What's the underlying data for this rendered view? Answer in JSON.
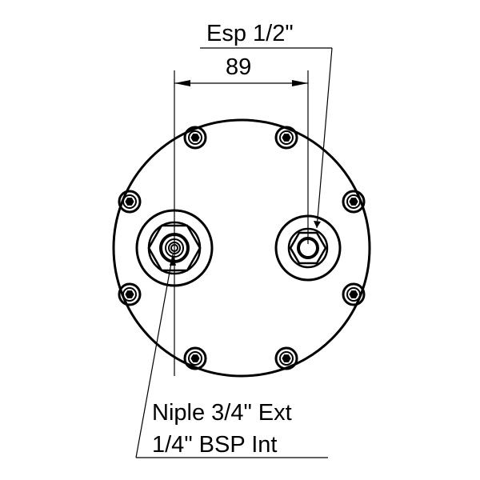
{
  "labels": {
    "dimension": "89",
    "spark_plug": "Esp 1/2\"",
    "nipple_line1": "Niple 3/4\" Ext",
    "nipple_line2": "1/4\" BSP Int"
  },
  "colors": {
    "line": "#000000",
    "background": "#ffffff"
  }
}
